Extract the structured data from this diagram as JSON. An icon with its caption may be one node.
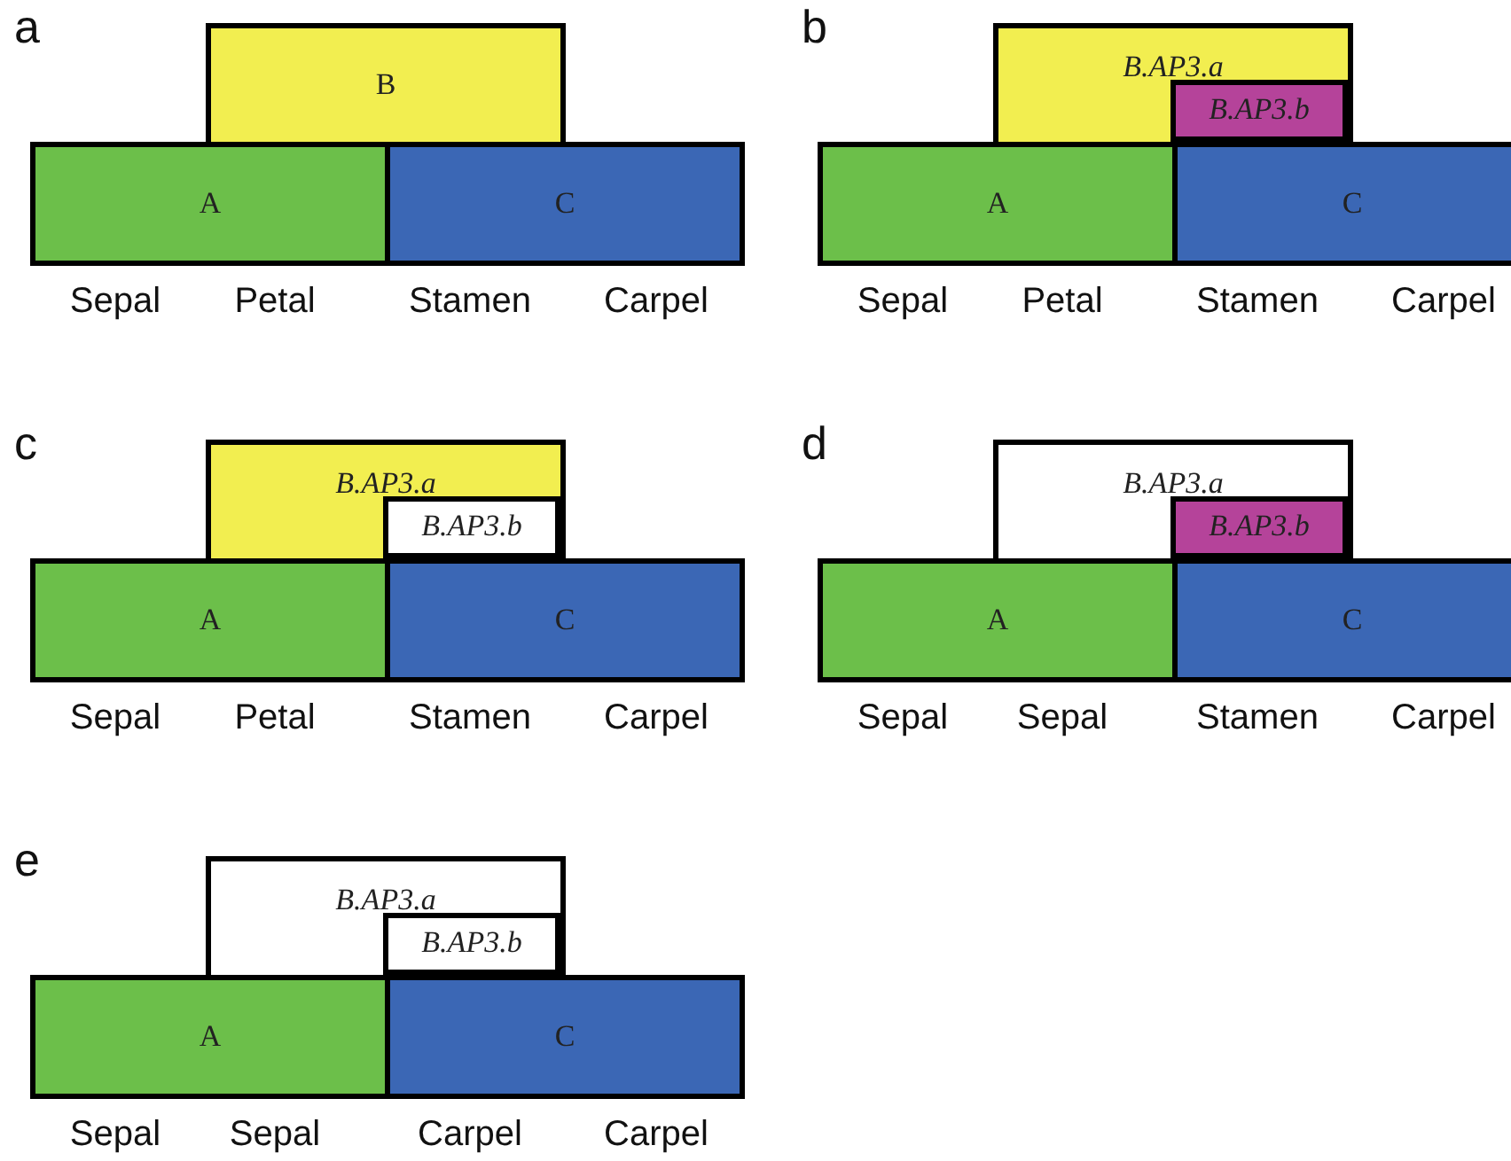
{
  "diagram": {
    "nodes": [
      {
        "text": [
          "B"
        ]
      },
      {
        "text": [
          "A"
        ]
      },
      {
        "text": [
          "C"
        ]
      },
      {
        "text": [
          "B.AP3.a"
        ]
      },
      {
        "text": [
          "B.AP3.b"
        ],
        "in": 3
      },
      {
        "text": [
          "A"
        ]
      },
      {
        "text": [
          "C"
        ]
      },
      {
        "text": [
          "B.AP3.a"
        ]
      },
      {
        "text": [
          "B.AP3.b"
        ],
        "in": 7
      },
      {
        "text": [
          "A"
        ]
      },
      {
        "text": [
          "C"
        ]
      },
      {
        "text": [
          "B.AP3.a"
        ]
      },
      {
        "text": [
          "B.AP3.b"
        ],
        "in": 11
      },
      {
        "text": [
          "A"
        ]
      },
      {
        "text": [
          "C"
        ]
      },
      {
        "text": [
          "B.AP3.a"
        ]
      },
      {
        "text": [
          "B.AP3.b"
        ],
        "in": 15
      },
      {
        "text": [
          "A"
        ]
      },
      {
        "text": [
          "C"
        ]
      }
    ],
    "labels": [
      "a",
      "Sepal",
      "Petal",
      "Stamen",
      "Carpel",
      "b",
      "Sepal",
      "Petal",
      "Stamen",
      "Carpel",
      "c",
      "Sepal",
      "Petal",
      "Stamen",
      "Carpel",
      "d",
      "Sepal",
      "Sepal",
      "Stamen",
      "Carpel",
      "e",
      "Sepal",
      "Sepal",
      "Carpel",
      "Carpel"
    ]
  }
}
